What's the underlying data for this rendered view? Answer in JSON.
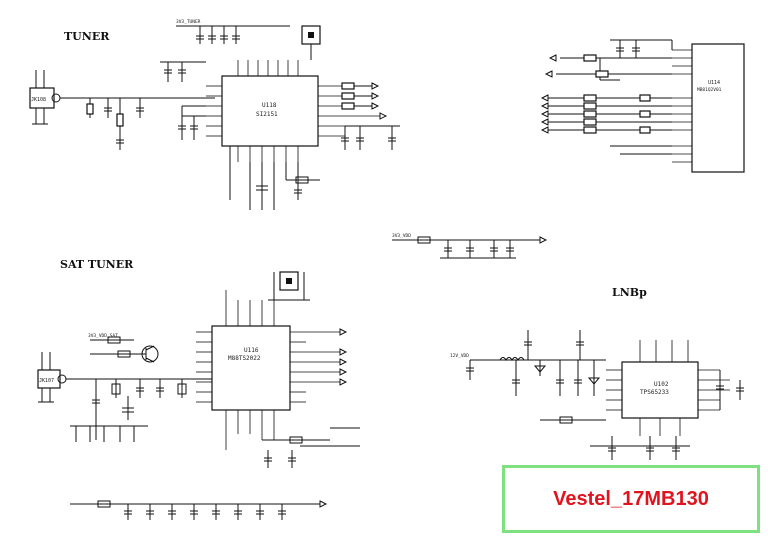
{
  "sections": {
    "tuner": "TUNER",
    "sat_tuner": "SAT TUNER",
    "lnbp": "LNBp"
  },
  "chips": {
    "u118": {
      "ref": "U118",
      "part": "SI2151"
    },
    "u116": {
      "ref": "U116",
      "part": "M88TS2022"
    },
    "u102": {
      "ref": "U102",
      "part": "TPS65233"
    },
    "u114": {
      "ref": "U114",
      "part": "MB81Q2V01"
    }
  },
  "connectors": {
    "rf_in": "JK108",
    "sat_in": "JK107"
  },
  "nets": {
    "tuner_supply": "3V3_TUNER",
    "vdd": "3V3_VDD",
    "sat_supply": "3V3_VDD_SAT",
    "lnb_supply": "12V_VDD"
  },
  "title_block": {
    "label": "Vestel_17MB130",
    "border_color": "#7fe07f",
    "text_color": "#e0141e"
  }
}
